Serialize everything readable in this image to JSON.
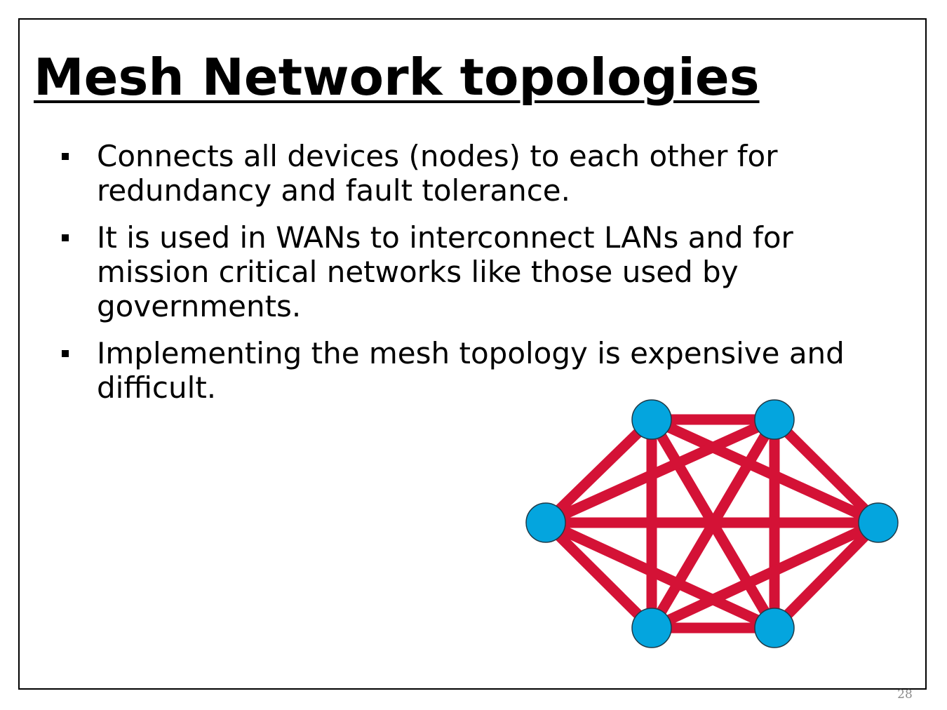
{
  "slide": {
    "title": "Mesh Network topologies",
    "bullets": [
      "Connects all devices (nodes) to each other for redundancy and fault tolerance.",
      "It is used in WANs to interconnect LANs and for mission critical networks like those used by governments.",
      "Implementing the mesh topology is expensive and difficult."
    ],
    "page_number": "28"
  },
  "diagram": {
    "nodes": [
      "node-1",
      "node-2",
      "node-3",
      "node-4",
      "node-5",
      "node-6"
    ],
    "link_color": "#d41236",
    "node_fill": "#04a5de",
    "node_stroke": "#1f3a48"
  }
}
